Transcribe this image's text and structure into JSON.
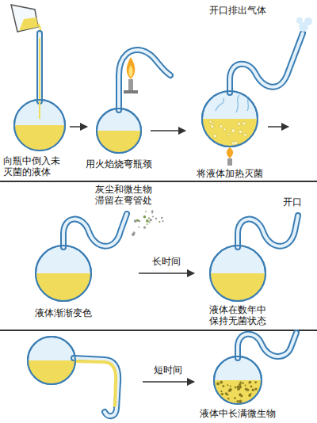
{
  "diagram": {
    "labels": [
      "向瓶中倒入未灭菌的液体",
      "用火焰烧弯瓶颈",
      "开口排出气体",
      "将液体加热灭菌",
      "灰尘和微生物滞留在弯管处",
      "开口",
      "长时间",
      "液体渐渐变色",
      "液体在数年中保持无菌状态",
      "短时间",
      "液体中长满微生物"
    ]
  }
}
